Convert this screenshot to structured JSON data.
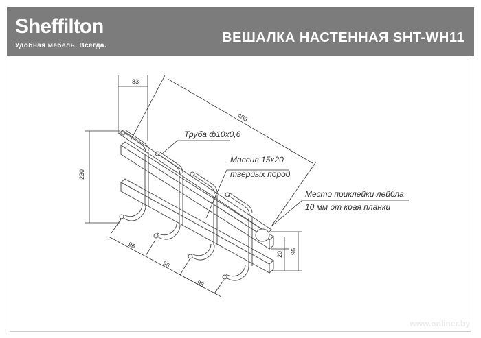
{
  "header": {
    "brand": "Sheffilton",
    "tagline": "Удобная мебель. Всегда.",
    "title": "ВЕШАЛКА НАСТЕННАЯ SHT-WH11"
  },
  "dimensions": {
    "width_top": "83",
    "length": "405",
    "height": "230",
    "spacing_1": "96",
    "spacing_2": "96",
    "spacing_3": "96",
    "bar_height": "20",
    "bar_depth": "96"
  },
  "annotations": {
    "pipe": "Труба ф10х0,6",
    "massiv_line1": "Массив 15х20",
    "massiv_line2": "твердых пород",
    "tape_line1": "Место приклейки лейбла",
    "tape_line2": "10 мм от края планки"
  },
  "watermark": "www.onliner.by"
}
